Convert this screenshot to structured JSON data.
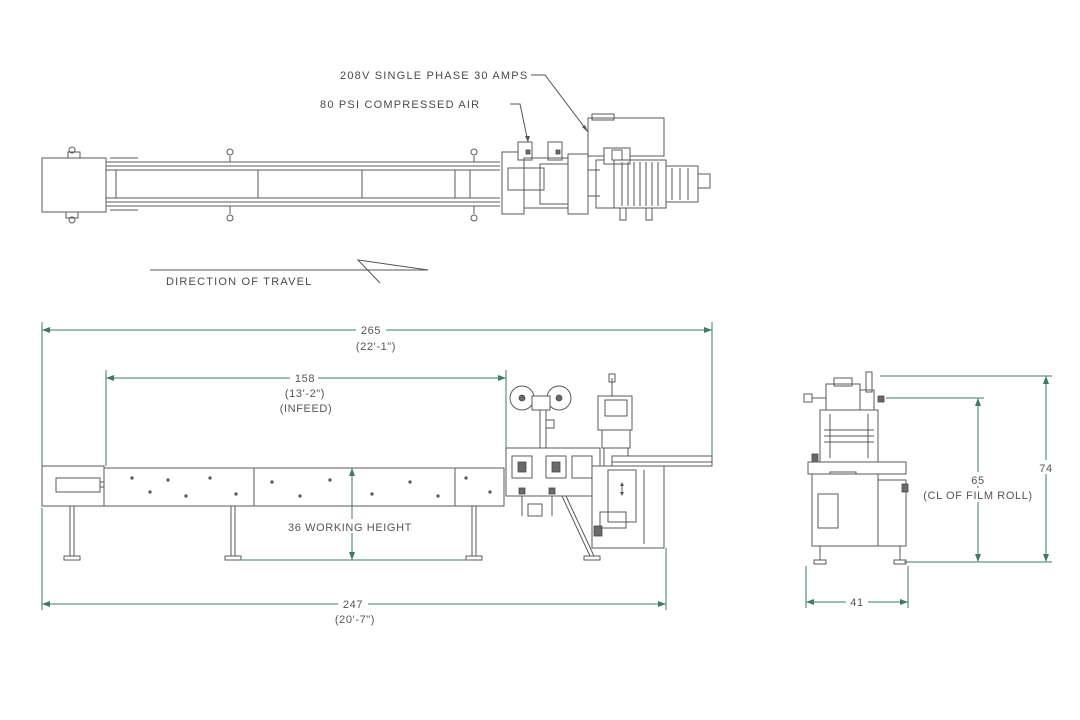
{
  "callouts": {
    "power": "208V SINGLE PHASE 30 AMPS",
    "air": "80 PSI COMPRESSED AIR",
    "direction": "DIRECTION OF TRAVEL"
  },
  "dimensions": {
    "overall_length": {
      "value": "265",
      "sub": "(22'-1\")"
    },
    "infeed_length": {
      "value": "158",
      "sub": "(13'-2\")",
      "note": "(INFEED)"
    },
    "working_height": "36 WORKING HEIGHT",
    "base_length": {
      "value": "247",
      "sub": "(20'-7\")"
    },
    "side_height": "74",
    "film_roll_cl": "65",
    "film_roll_note": "(CL OF FILM ROLL)",
    "side_width": "41"
  },
  "colors": {
    "dimension_line": "#3f7a66",
    "machine_line": "#5a5a5a",
    "text": "#4a4a4a"
  }
}
